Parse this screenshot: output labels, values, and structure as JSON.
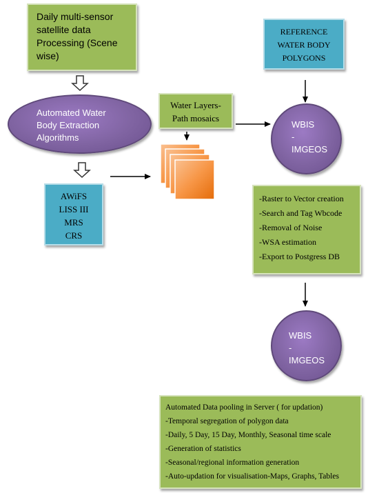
{
  "input_box": {
    "lines": [
      "Daily multi-sensor",
      "satellite data",
      "Processing (Scene",
      "wise)"
    ]
  },
  "extraction_ellipse": {
    "lines": [
      "Automated Water",
      "Body Extraction",
      "Algorithms"
    ]
  },
  "sensors_box": {
    "lines": [
      "AWiFS",
      "LISS III",
      "MRS",
      "CRS"
    ]
  },
  "water_layers_box": {
    "lines": [
      "Water Layers-",
      "Path mosaics"
    ]
  },
  "reference_box": {
    "lines": [
      "REFERENCE",
      "WATER BODY",
      "POLYGONS"
    ]
  },
  "wbis_top": {
    "lines": [
      "WBIS",
      "-",
      "IMGEOS"
    ]
  },
  "processing_box": {
    "lines": [
      "-Raster to Vector creation",
      "-Search and Tag Wbcode",
      "-Removal of Noise",
      "-WSA estimation",
      "-Export to Postgress DB"
    ]
  },
  "wbis_bottom": {
    "lines": [
      "WBIS",
      "-",
      "IMGEOS"
    ]
  },
  "pooling_box": {
    "lines": [
      "Automated Data pooling in Server ( for updation)",
      "-Temporal segregation of polygon data",
      "-Daily, 5 Day, 15 Day, Monthly, Seasonal time scale",
      "-Generation of statistics",
      "-Seasonal/regional information generation",
      "-Auto-updation for visualisation-Maps, Graphs, Tables"
    ]
  },
  "colors": {
    "green_box": "#9bbb59",
    "blue_box": "#4bacc6",
    "ellipse": "#8064a2",
    "mosaic": "#e46c0a"
  }
}
